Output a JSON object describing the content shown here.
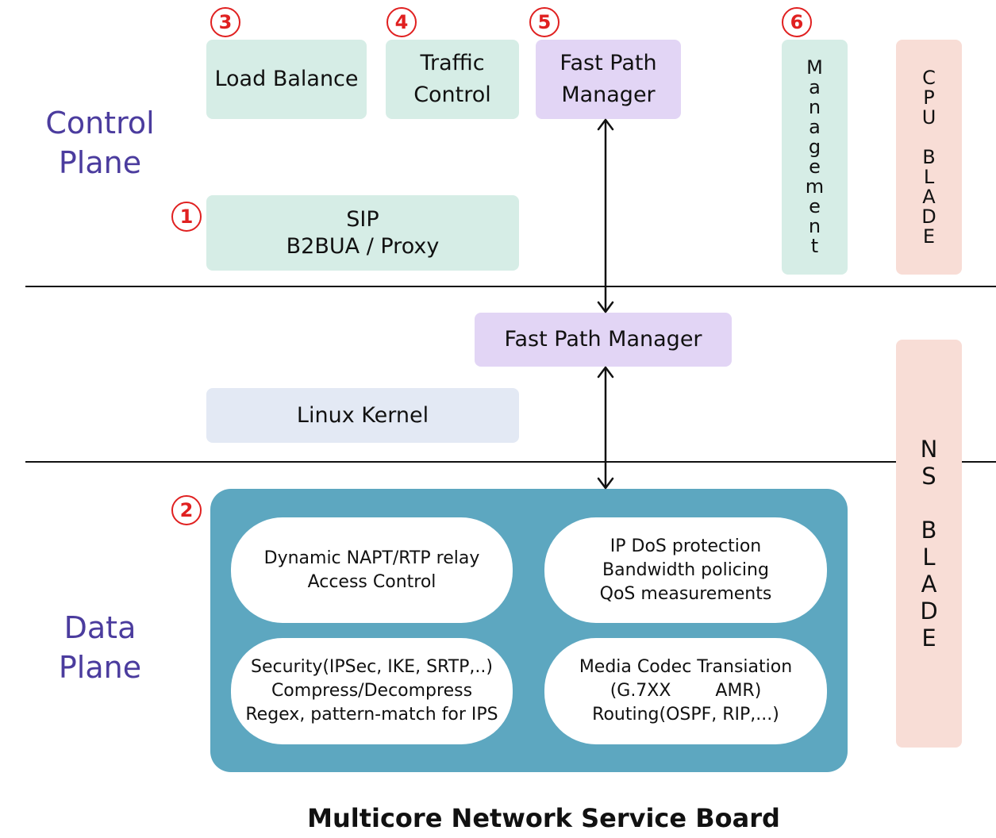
{
  "control_plane": {
    "label_line1": "Control",
    "label_line2": "Plane"
  },
  "data_plane": {
    "label_line1": "Data",
    "label_line2": "Plane"
  },
  "markers": {
    "one": "1",
    "two": "2",
    "three": "3",
    "four": "4",
    "five": "5",
    "six": "6"
  },
  "boxes": {
    "load_balance": "Load Balance",
    "traffic_control_line1": "Traffic",
    "traffic_control_line2": "Control",
    "fpm_top_line1": "Fast Path",
    "fpm_top_line2": "Manager",
    "sip_line1": "SIP",
    "sip_line2": "B2BUA / Proxy",
    "fpm_mid": "Fast Path Manager",
    "linux_kernel": "Linux Kernel",
    "management": [
      "M",
      "a",
      "n",
      "a",
      "g",
      "e",
      "m",
      "e",
      "n",
      "t"
    ],
    "cpu_blade": [
      "C",
      "P",
      "U",
      "",
      "B",
      "L",
      "A",
      "D",
      "E"
    ],
    "ns_blade": [
      "N",
      "S",
      "",
      "B",
      "L",
      "A",
      "D",
      "E"
    ]
  },
  "data_plane_modules": {
    "napt": [
      "Dynamic NAPT/RTP relay",
      "Access Control"
    ],
    "dos": [
      "IP DoS protection",
      "Bandwidth policing",
      "QoS measurements"
    ],
    "security": [
      "Security(IPSec, IKE, SRTP,..)",
      "Compress/Decompress",
      "Regex, pattern-match for IPS"
    ],
    "codec": [
      "Media Codec Transiation",
      "(G.7XX        AMR)",
      "Routing(OSPF, RIP,...)"
    ]
  },
  "footer": "Multicore Network Service Board"
}
